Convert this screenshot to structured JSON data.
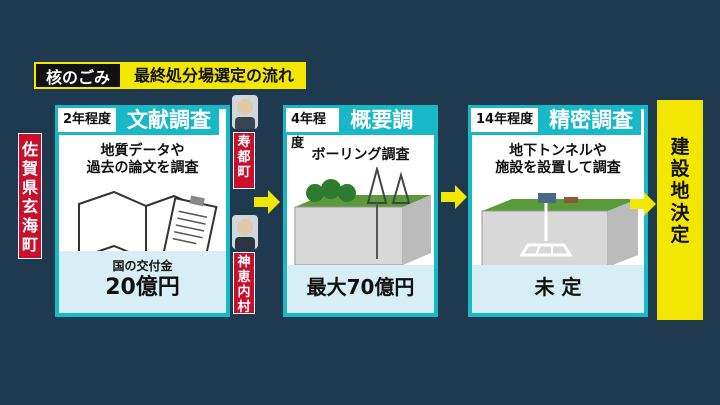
{
  "title": {
    "tag": "核のごみ",
    "main": "最終処分場選定の流れ"
  },
  "left_label": "佐賀県\n玄海町",
  "stages": [
    {
      "tag": "2年程度",
      "heading": "文献調査",
      "desc_lines": [
        "地質データや",
        "過去の論文を調査"
      ],
      "bottom_small": "国の交付金",
      "bottom_big": "20億円"
    },
    {
      "tag": "4年程度",
      "heading": "概要調査",
      "desc_lines": [
        "ボーリング調査"
      ],
      "bottom_big": "最大70億円"
    },
    {
      "tag": "14年程度",
      "heading": "精密調査",
      "desc_lines": [
        "地下トンネルや",
        "施設を設置して調査"
      ],
      "bottom_big": "未 定"
    }
  ],
  "persons": [
    {
      "label": "寿都町"
    },
    {
      "label": "神恵内村"
    }
  ],
  "final": "建\n設\n地\n決\n定",
  "colors": {
    "accent": "#18b8c6",
    "yellow": "#f3e600",
    "red": "#c8102e",
    "bg": "#1f3a4e"
  }
}
